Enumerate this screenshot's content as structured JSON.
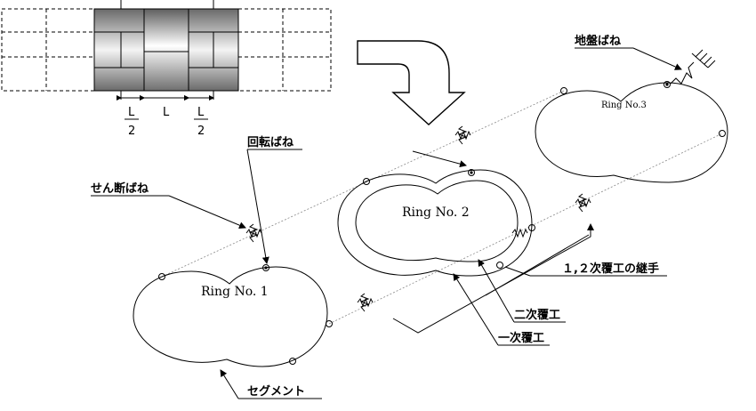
{
  "top": {
    "dim_L": "L",
    "dim_2": "2"
  },
  "rings": {
    "ring1": "Ring No. 1",
    "ring2": "Ring No. 2",
    "ring3": "Ring No.3"
  },
  "labels": {
    "ground_spring": "地盤ばね",
    "rotation_spring": "回転ばね",
    "shear_spring": "せん断ばね",
    "joint": "１,２次覆工の継手",
    "secondary_lining": "二次覆工",
    "primary_lining": "一次覆工",
    "segment": "セグメント"
  }
}
